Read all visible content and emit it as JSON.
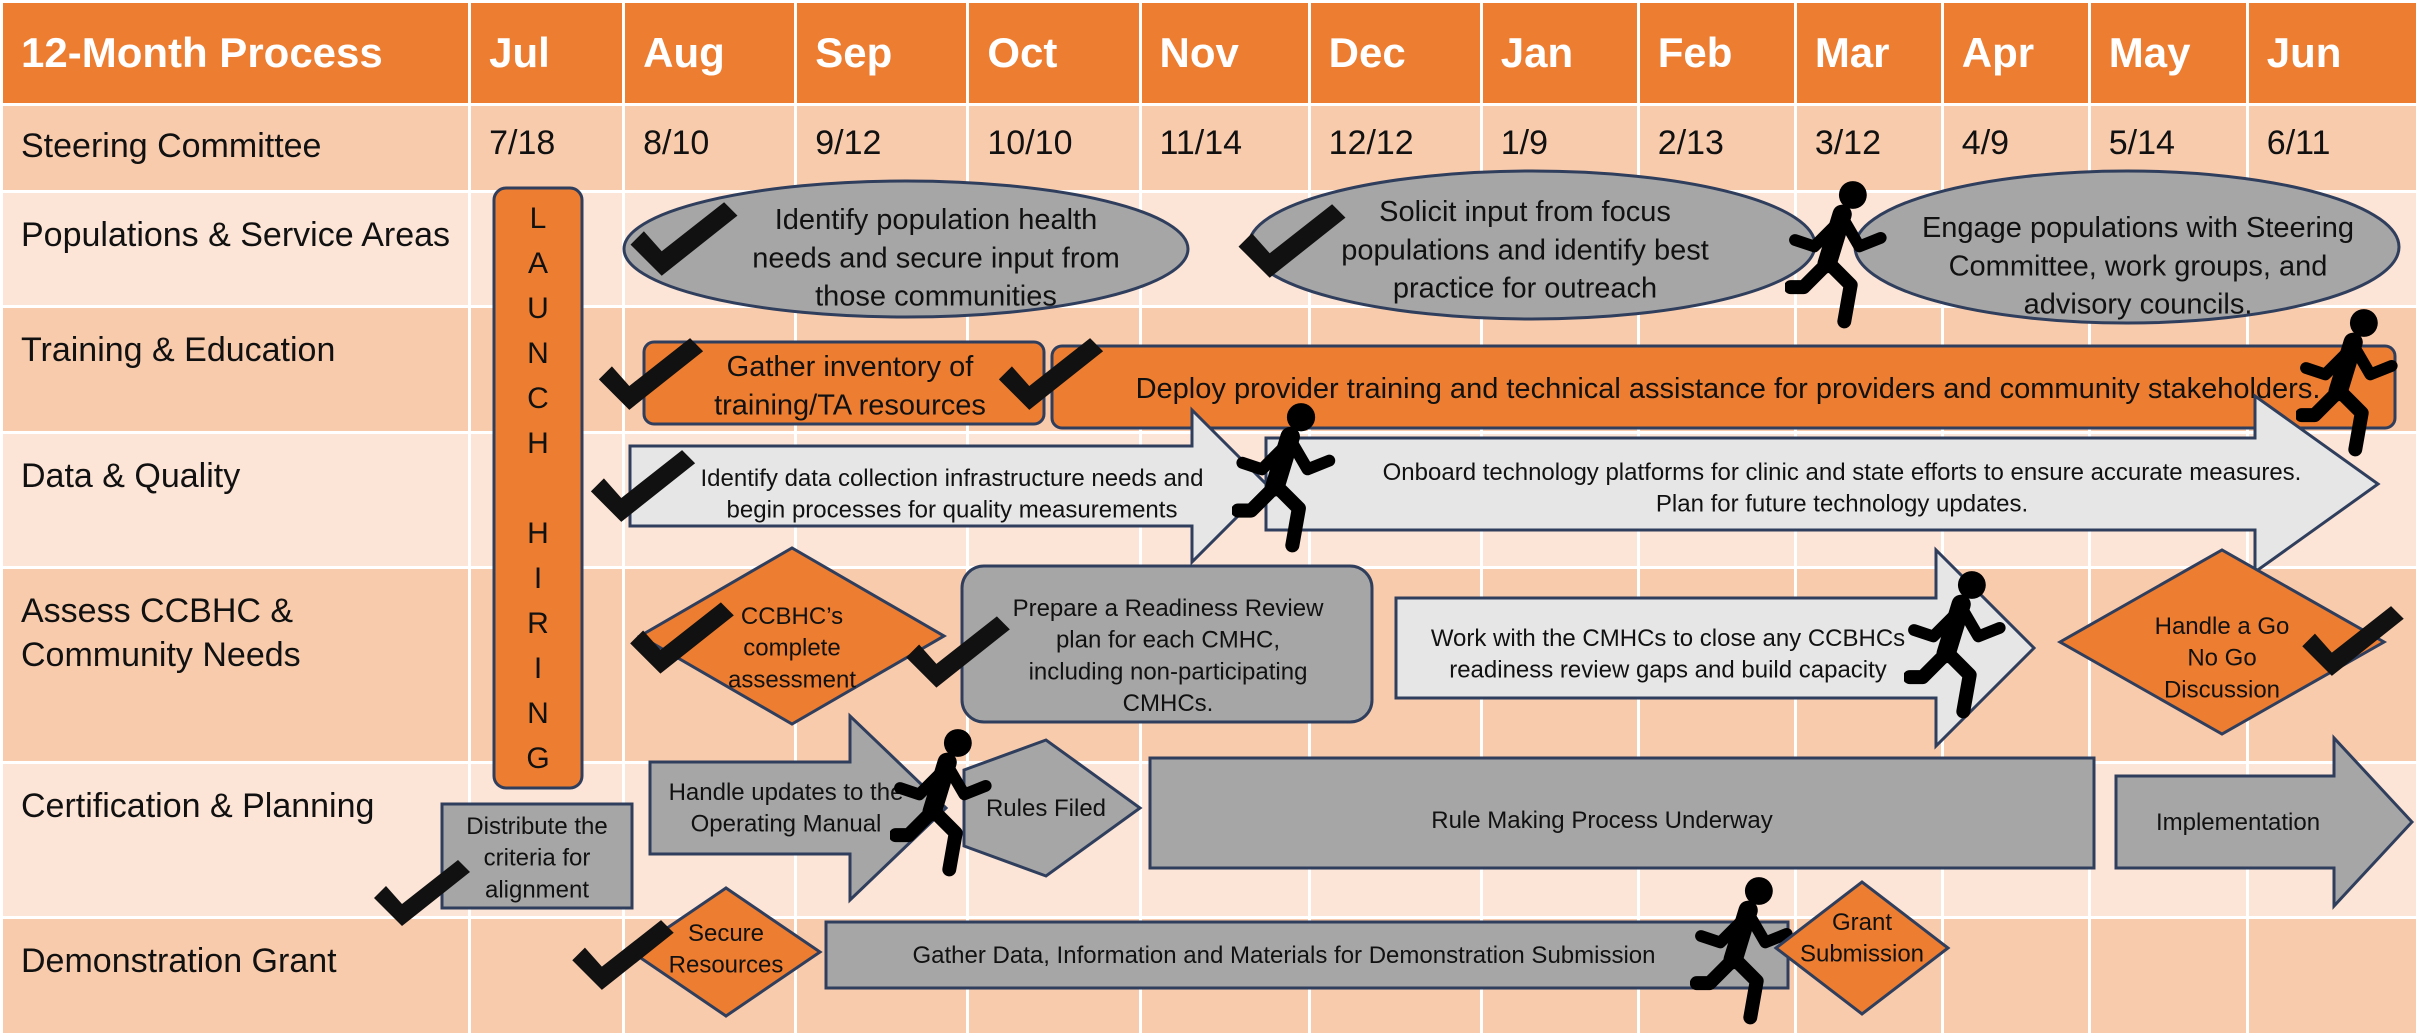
{
  "header": {
    "title": "12-Month Process",
    "months": [
      "Jul",
      "Aug",
      "Sep",
      "Oct",
      "Nov",
      "Dec",
      "Jan",
      "Feb",
      "Mar",
      "Apr",
      "May",
      "Jun"
    ]
  },
  "rows": [
    {
      "label": "Steering Committee",
      "dates": [
        "7/18",
        "8/10",
        "9/12",
        "10/10",
        "11/14",
        "12/12",
        "1/9",
        "2/13",
        "3/12",
        "4/9",
        "5/14",
        "6/11"
      ]
    },
    {
      "label": "Populations & Service Areas"
    },
    {
      "label": "Training & Education"
    },
    {
      "label": "Data & Quality"
    },
    {
      "label": "Assess CCBHC & Community  Needs"
    },
    {
      "label": "Certification & Planning"
    },
    {
      "label": "Demonstration Grant"
    }
  ],
  "launch_hiring": "LAUNCH HIRING",
  "shapes": {
    "pop_identify": [
      "Identify population health",
      "needs and secure input from",
      "those communities"
    ],
    "pop_solicit": [
      "Solicit input from focus",
      "populations and identify best",
      "practice for outreach"
    ],
    "pop_engage": [
      "Engage populations with Steering",
      "Committee, work groups, and",
      "advisory councils."
    ],
    "train_gather": [
      "Gather inventory of",
      "training/TA resources"
    ],
    "train_deploy": [
      "Deploy provider training and technical assistance for providers and community stakeholders."
    ],
    "data_identify": [
      "Identify data collection infrastructure needs and",
      "begin processes for quality measurements"
    ],
    "data_onboard": [
      "Onboard technology platforms for clinic and state efforts to ensure accurate measures.",
      "Plan for future technology updates."
    ],
    "assess_complete": [
      "CCBHC’s",
      "complete",
      "assessment"
    ],
    "assess_prepare": [
      "Prepare a Readiness Review",
      "plan for each CMHC,",
      "including non-participating",
      "CMHCs."
    ],
    "assess_work": [
      "Work with the CMHCs to close any CCBHCs",
      "readiness review gaps and build capacity"
    ],
    "assess_gonogo": [
      "Handle a Go",
      "No Go",
      "Discussion"
    ],
    "cert_distribute": [
      "Distribute the",
      "criteria for",
      "alignment"
    ],
    "cert_updates": [
      "Handle updates to the",
      "Operating Manual"
    ],
    "cert_rules": [
      "Rules Filed"
    ],
    "cert_rulemaking": [
      "Rule Making Process Underway"
    ],
    "cert_implementation": [
      "Implementation"
    ],
    "demo_secure": [
      "Secure",
      "Resources"
    ],
    "demo_gather": [
      "Gather Data, Information and Materials for Demonstration Submission"
    ],
    "demo_grant": [
      "Grant",
      "Submission"
    ]
  },
  "colors": {
    "orange": "#ED7D31",
    "row_dark": "#F8CBAD",
    "row_light": "#FCE4D6",
    "gray": "#A6A6A6",
    "light_gray": "#E7E6E6",
    "outline": "#2F3E5C",
    "check": "#111111",
    "runner": "#000000"
  },
  "icons": [
    "checkmark-icon",
    "runner-icon"
  ]
}
